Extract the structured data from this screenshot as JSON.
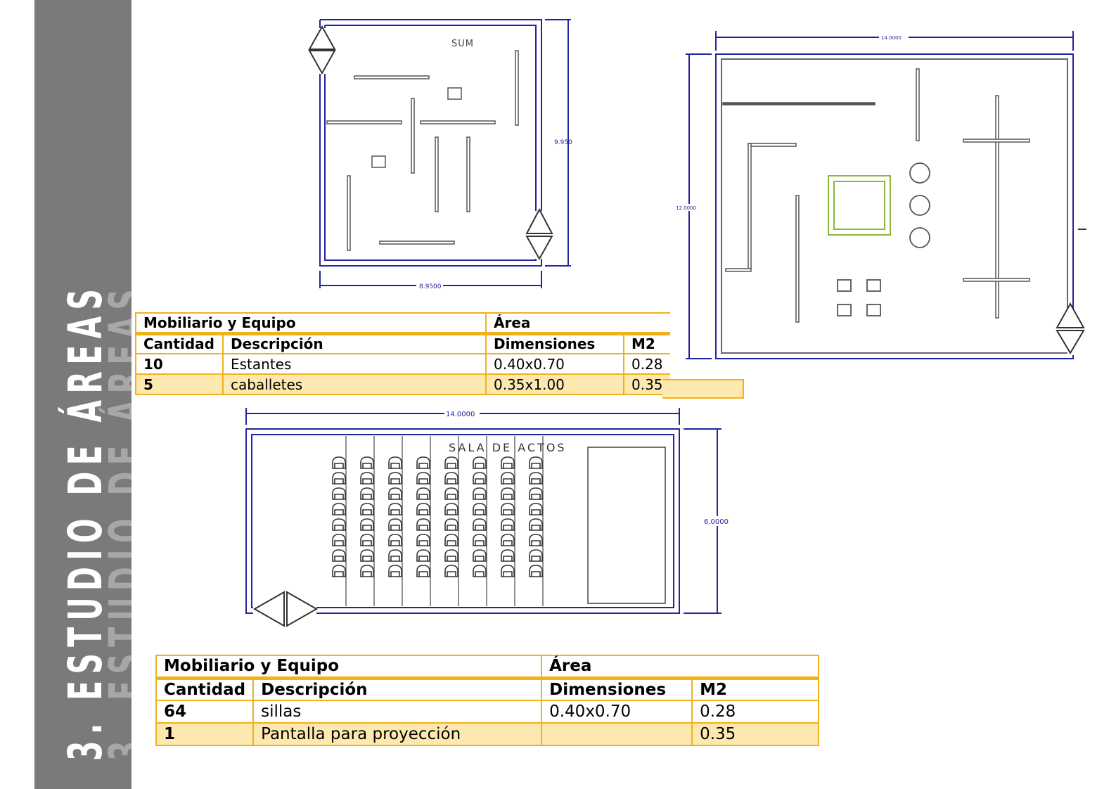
{
  "sidebar": {
    "title": "3. ESTUDIO DE ÁREAS",
    "title_shadow": "3. ESTUDIO DE ÁREAS",
    "bg_color": "#7a7a7a"
  },
  "plans": {
    "sum": {
      "label": "SUM",
      "dim_width": "8.9500",
      "dim_height": "9.950"
    },
    "gallery": {
      "dim_width": "14.0000",
      "dim_height": "12.0000"
    },
    "sala": {
      "label": "SALA DE ACTOS",
      "dim_width": "14.0000",
      "dim_height": "6.0000"
    }
  },
  "table1": {
    "header_group": "Mobiliario y Equipo",
    "header_area": "Área",
    "col_qty": "Cantidad",
    "col_desc": "Descripción",
    "col_dim": "Dimensiones",
    "col_m2": "M2",
    "rows": [
      {
        "qty": "10",
        "desc": "Estantes",
        "dim": "0.40x0.70",
        "m2": "0.28"
      },
      {
        "qty": "5",
        "desc": "caballetes",
        "dim": "0.35x1.00",
        "m2": "0.35"
      }
    ]
  },
  "table2": {
    "header_group": "Mobiliario y Equipo",
    "header_area": "Área",
    "col_qty": "Cantidad",
    "col_desc": "Descripción",
    "col_dim": "Dimensiones",
    "col_m2": "M2",
    "rows": [
      {
        "qty": "64",
        "desc": "sillas",
        "dim": "0.40x0.70",
        "m2": "0.28"
      },
      {
        "qty": "1",
        "desc": "Pantalla para proyección",
        "dim": "",
        "m2": "0.35"
      }
    ]
  },
  "colors": {
    "table_border": "#f2b11b",
    "table_alt": "#fde9b0",
    "plan_line": "#2020a0",
    "accent_green": "#8bb83a"
  }
}
